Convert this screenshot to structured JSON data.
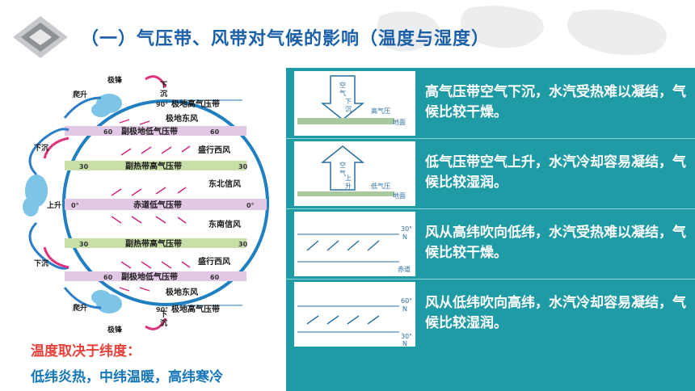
{
  "header": {
    "title": "（一）气压带、风带对气候的影响（温度与湿度）"
  },
  "diagram": {
    "bands": [
      {
        "name": "极地高气压带",
        "lat": "90°"
      },
      {
        "name": "副极地低气压带",
        "lat": "60"
      },
      {
        "name": "副热带高气压带",
        "lat": "30"
      },
      {
        "name": "赤道低气压带",
        "lat": "0°"
      },
      {
        "name": "副热带高气压带",
        "lat": "30"
      },
      {
        "name": "副极地低气压带",
        "lat": "60"
      },
      {
        "name": "极地高气压带",
        "lat": "90°"
      }
    ],
    "winds": [
      "极地东风",
      "盛行西风",
      "东北信风",
      "东南信风",
      "盛行西风",
      "极地东风"
    ],
    "side_labels": {
      "top_peak": "极锋",
      "top_rise": "爬升",
      "top_sink_vertical": "下沉",
      "sink_n": "下沉",
      "rise_eq": "上升",
      "sink_s": "下沉",
      "bottom_rise": "爬升",
      "bottom_peak": "极锋",
      "bottom_sink_vertical": "下沉"
    }
  },
  "temperature": {
    "title": "温度取决于纬度：",
    "desc": "低纬炎热，中纬温暖，高纬寒冷"
  },
  "rows": [
    {
      "illus_top": "空气下沉",
      "illus_p": "高气压",
      "illus_ground": "地面",
      "text": "高气压带空气下沉，水汽受热难以凝结，气候比较干燥。"
    },
    {
      "illus_top": "空气上升",
      "illus_p": "低气压",
      "illus_ground": "地面",
      "text": "低气压带空气上升，水汽冷却容易凝结，气候比较湿润。"
    },
    {
      "lat_top": "30°",
      "lat_top_n": "N",
      "lat_bottom": "赤道",
      "text": "风从高纬吹向低纬，水汽受热难以凝结，气候比较干燥。"
    },
    {
      "lat_top": "60°",
      "lat_top_n": "N",
      "lat_bottom": "30°",
      "lat_bottom_n": "N",
      "text": "风从低纬吹向高纬，水汽冷却容易凝结，气候比较湿润。"
    }
  ],
  "colors": {
    "panel": "#1f9ba6",
    "title": "#1a5fa8",
    "high_band": "#c8dfa8",
    "low_band": "#e3c8e6",
    "accent_red": "#e8403a"
  }
}
